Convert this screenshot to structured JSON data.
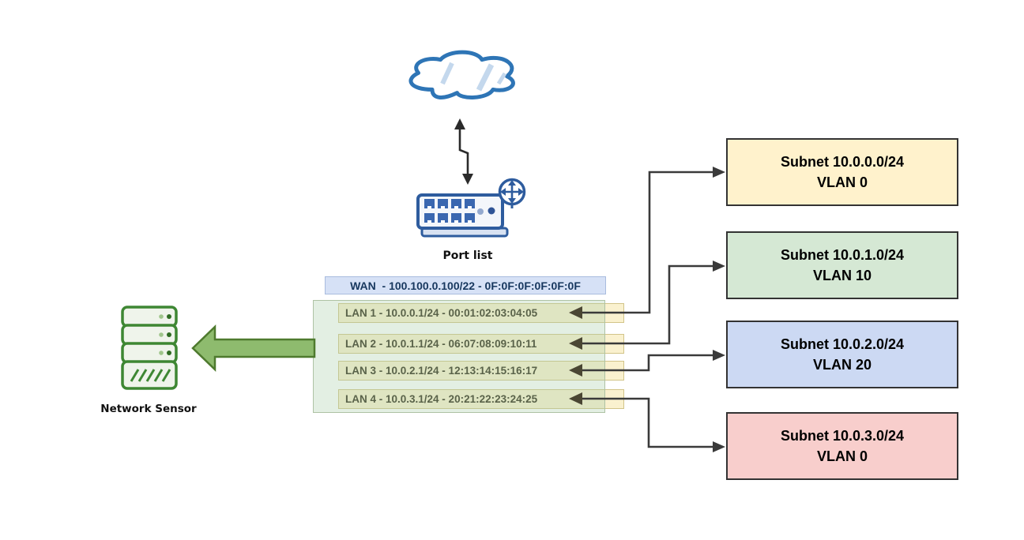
{
  "diagram_name": "router-port-to-subnet-mapping",
  "cloud": {
    "icon": "cloud-icon"
  },
  "uplink": {
    "icon": "bidirectional-arrow-icon"
  },
  "switch": {
    "icon": "switch-icon",
    "badge_icon": "router-badge-icon",
    "label": "Port list"
  },
  "wan": {
    "label": "WAN  - 100.100.0.100/22 - 0F:0F:0F:0F:0F:0F"
  },
  "lans": [
    {
      "label": "LAN 1 - 10.0.0.1/24 - 00:01:02:03:04:05"
    },
    {
      "label": "LAN 2 - 10.0.1.1/24 - 06:07:08:09:10:11"
    },
    {
      "label": "LAN 3 - 10.0.2.1/24 - 12:13:14:15:16:17"
    },
    {
      "label": "LAN 4 - 10.0.3.1/24 - 20:21:22:23:24:25"
    }
  ],
  "sensor": {
    "icon": "server-icon",
    "label": "Network Sensor",
    "mirror_arrow_icon": "big-left-arrow-icon"
  },
  "subnets": [
    {
      "subnet": "Subnet 10.0.0.0/24",
      "vlan": "VLAN 0",
      "fill": "#FFF2CC"
    },
    {
      "subnet": "Subnet 10.0.1.0/24",
      "vlan": "VLAN 10",
      "fill": "#D5E8D4"
    },
    {
      "subnet": "Subnet 10.0.2.0/24",
      "vlan": "VLAN 20",
      "fill": "#CCD9F3"
    },
    {
      "subnet": "Subnet 10.0.3.0/24",
      "vlan": "VLAN 0",
      "fill": "#F8CECC"
    }
  ],
  "colors": {
    "wan_bg": "#D6E1F6",
    "wan_text": "#17375E",
    "lan_bg": "#FAF1CF",
    "lan_border": "#D2C489",
    "capture_zone_green": "#E5EBE5",
    "mirror_arrow_fill": "#8EBB6E",
    "mirror_arrow_border": "#4E7A2E",
    "device_blue": "#2E5C9E",
    "cloud_blue": "#2E75B6",
    "sensor_green": "#3E8733",
    "connector": "#3A3A3A",
    "subnet_border": "#333333"
  }
}
